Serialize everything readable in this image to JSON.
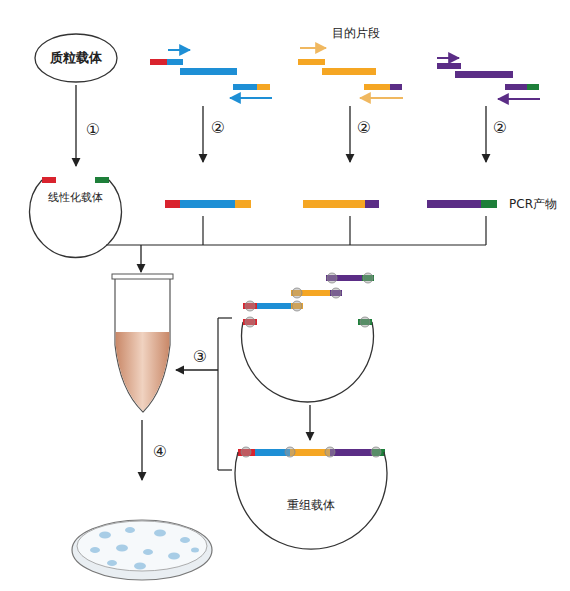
{
  "diagram": {
    "nodes": [
      {
        "text": [
          "质粒载体"
        ]
      },
      {
        "text": [
          "线性化载体"
        ]
      },
      {
        "text": [
          "重组载体"
        ]
      }
    ],
    "edges": [
      {
        "from": 0,
        "to": 1,
        "arrow": "to",
        "label": "①"
      }
    ],
    "labels": [
      "目的片段",
      "②",
      "②",
      "②",
      "PCR产物",
      "③",
      "④"
    ]
  }
}
